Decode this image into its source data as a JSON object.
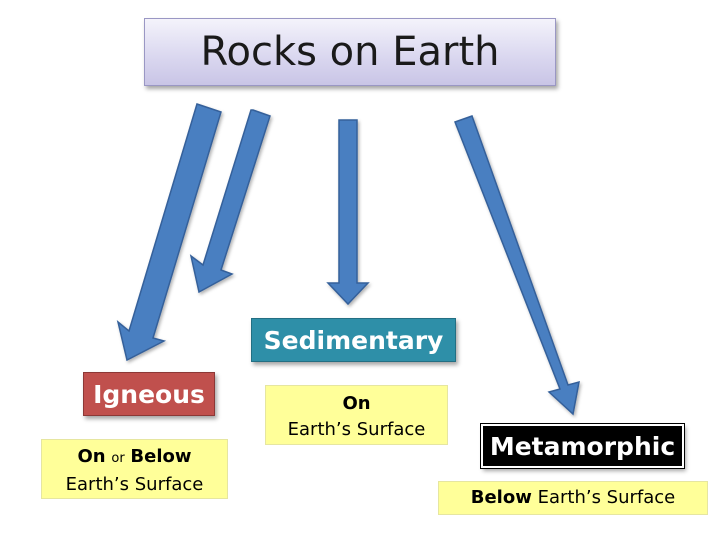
{
  "title": "Rocks on Earth",
  "rock_types": {
    "sedimentary": {
      "label": "Sedimentary",
      "location_bold": "On",
      "location_text": "Earth’s Surface"
    },
    "igneous": {
      "label": "Igneous",
      "location_bold_1": "On",
      "location_connector": "or",
      "location_bold_2": "Below",
      "location_text": "Earth’s Surface"
    },
    "metamorphic": {
      "label": "Metamorphic",
      "location_bold": "Below",
      "location_text": "Earth’s Surface"
    }
  },
  "colors": {
    "arrow_fill": "#4a7fc1",
    "arrow_stroke": "#34609a",
    "sedimentary": "#2e8fa8",
    "igneous": "#c0504d",
    "metamorphic": "#000000",
    "note_background": "#ffff99",
    "title_background": "#d9d6ef"
  }
}
